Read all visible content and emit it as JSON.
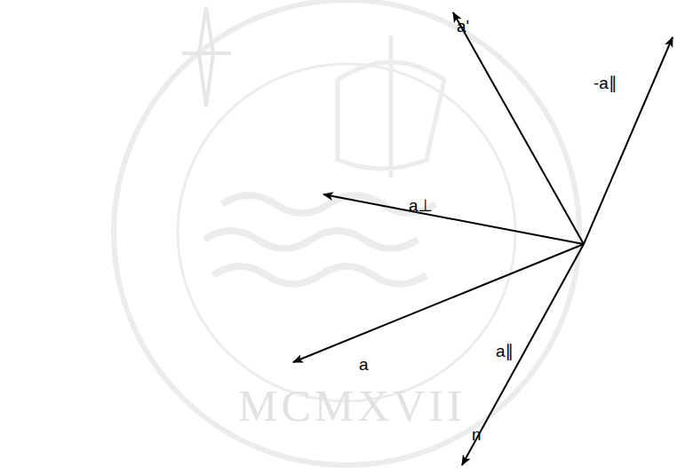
{
  "diagram": {
    "labels": [
      "a'",
      "-a∥",
      "a⊥",
      "a",
      "a∥",
      "n",
      "MCMXVII"
    ]
  }
}
